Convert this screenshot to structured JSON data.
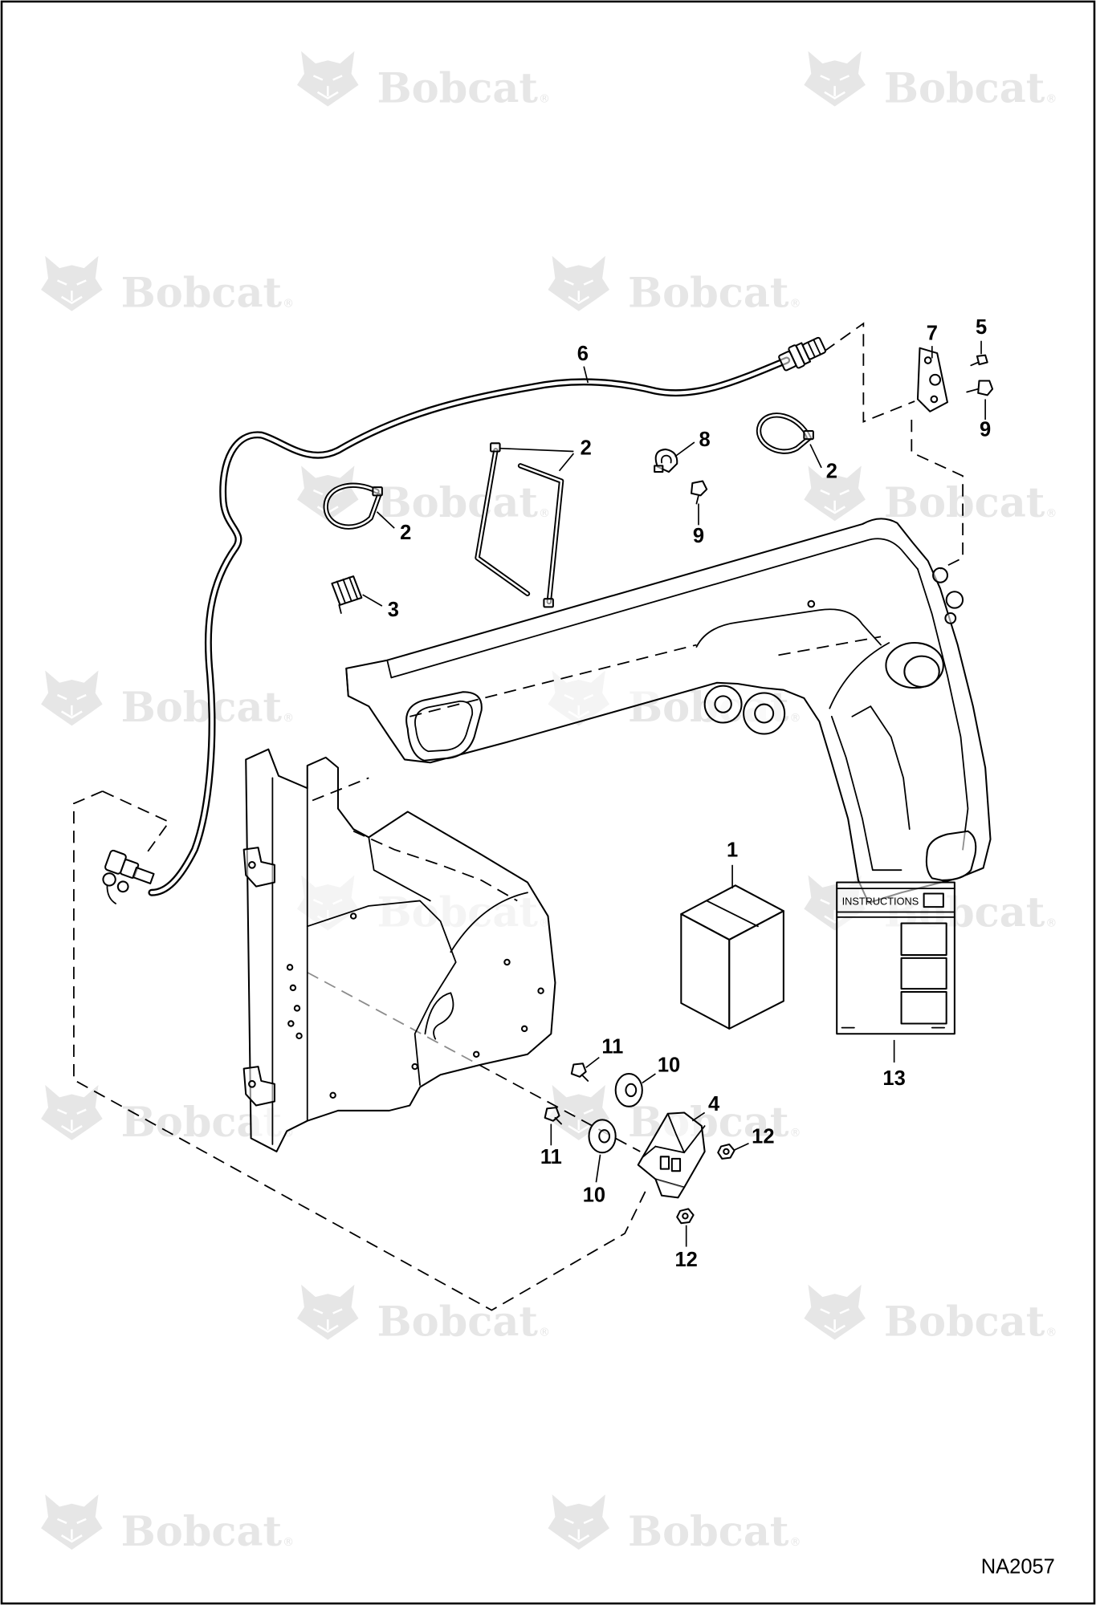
{
  "figure_code": "NA2057",
  "watermark": {
    "text": "Bobcat",
    "mark": "®"
  },
  "manual": {
    "title": "INSTRUCTIONS"
  },
  "callouts": [
    "6",
    "2",
    "8",
    "9",
    "2",
    "7",
    "5",
    "9",
    "2",
    "3",
    "1",
    "13",
    "11",
    "10",
    "4",
    "12",
    "11",
    "10",
    "12"
  ],
  "colors": {
    "line": "#000000",
    "watermark": "#e6e6e6",
    "background": "#ffffff"
  }
}
